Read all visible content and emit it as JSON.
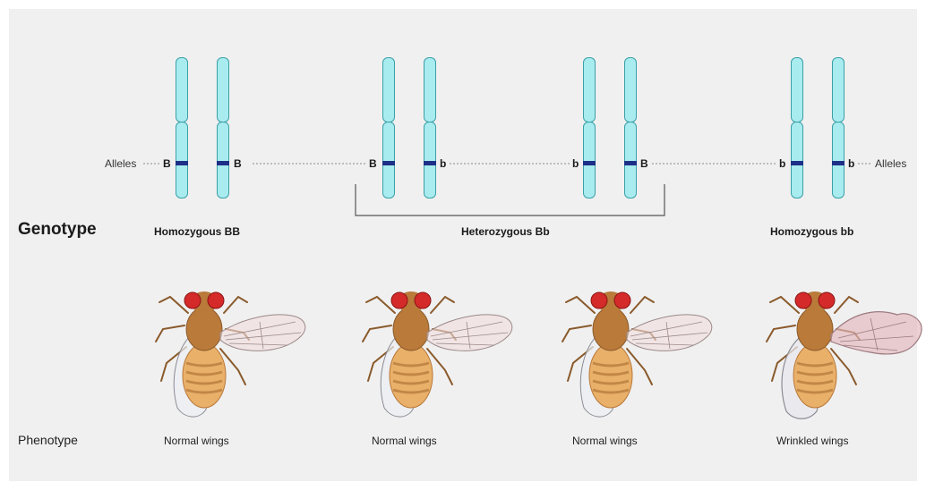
{
  "alleles_label_left": "Alleles",
  "alleles_label_right": "Alleles",
  "genotype_heading": "Genotype",
  "phenotype_heading": "Phenotype",
  "groups": [
    {
      "genotype": "Homozygous BB",
      "alleles": [
        "B",
        "B"
      ]
    },
    {
      "genotype": "Heterozygous Bb",
      "alleles": [
        "B",
        "b",
        "b",
        "B"
      ]
    },
    {
      "genotype": "Homozygous bb",
      "alleles": [
        "b",
        "b"
      ]
    }
  ],
  "flies": [
    {
      "phenotype": "Normal wings",
      "wing": "normal"
    },
    {
      "phenotype": "Normal wings",
      "wing": "normal"
    },
    {
      "phenotype": "Normal wings",
      "wing": "normal"
    },
    {
      "phenotype": "Wrinkled wings",
      "wing": "wrinkled"
    }
  ],
  "colors": {
    "chromosome_fill": "#a9ecef",
    "chromosome_outline": "#3aa0a8",
    "gene_band": "#1d2f86",
    "background": "#f0f0f0"
  }
}
